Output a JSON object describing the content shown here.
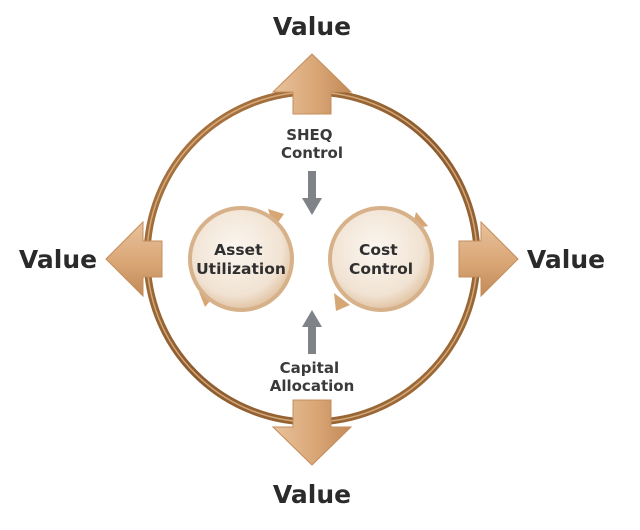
{
  "diagram": {
    "value_labels": {
      "top": "Value",
      "bottom": "Value",
      "left": "Value",
      "right": "Value"
    },
    "inputs": {
      "top": {
        "line1": "SHEQ",
        "line2": "Control"
      },
      "bottom": {
        "line1": "Capital",
        "line2": "Allocation"
      }
    },
    "nodes": {
      "left": {
        "line1": "Asset",
        "line2": "Utilization"
      },
      "right": {
        "line1": "Cost",
        "line2": "Control"
      }
    },
    "colors": {
      "ring": "#9a6a3a",
      "arrow": "#dcae7f",
      "arrow_shadow": "#c48d5b",
      "node_fill": "#f4e9dd",
      "node_rim": "#d7b18a",
      "small_arrow": "#7f8287"
    }
  }
}
